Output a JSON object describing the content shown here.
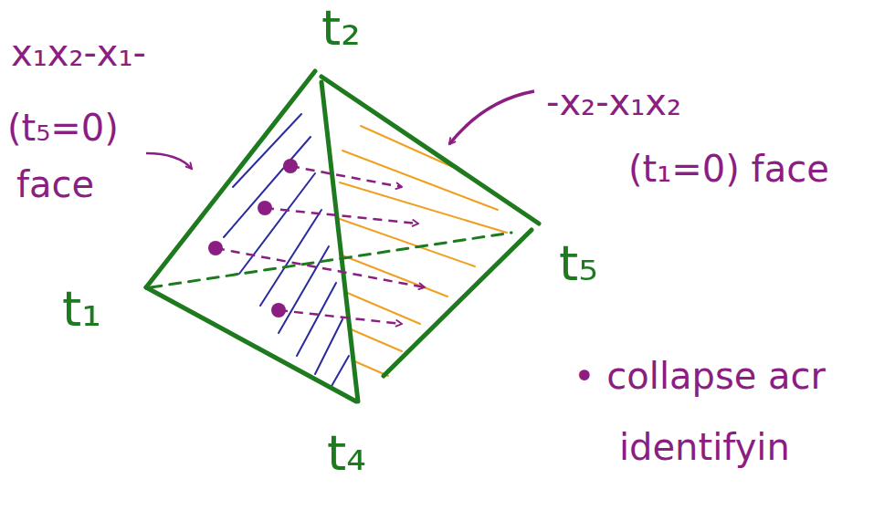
{
  "diagram": {
    "labels": [
      "x₁x₂-x₁-",
      "t₂",
      "-x₂-x₁x₂",
      "(t₅=0)",
      "(t₁=0) face",
      "face",
      "t₅",
      "t₁",
      "• collapse acr",
      "identifyin",
      "t₄"
    ]
  }
}
